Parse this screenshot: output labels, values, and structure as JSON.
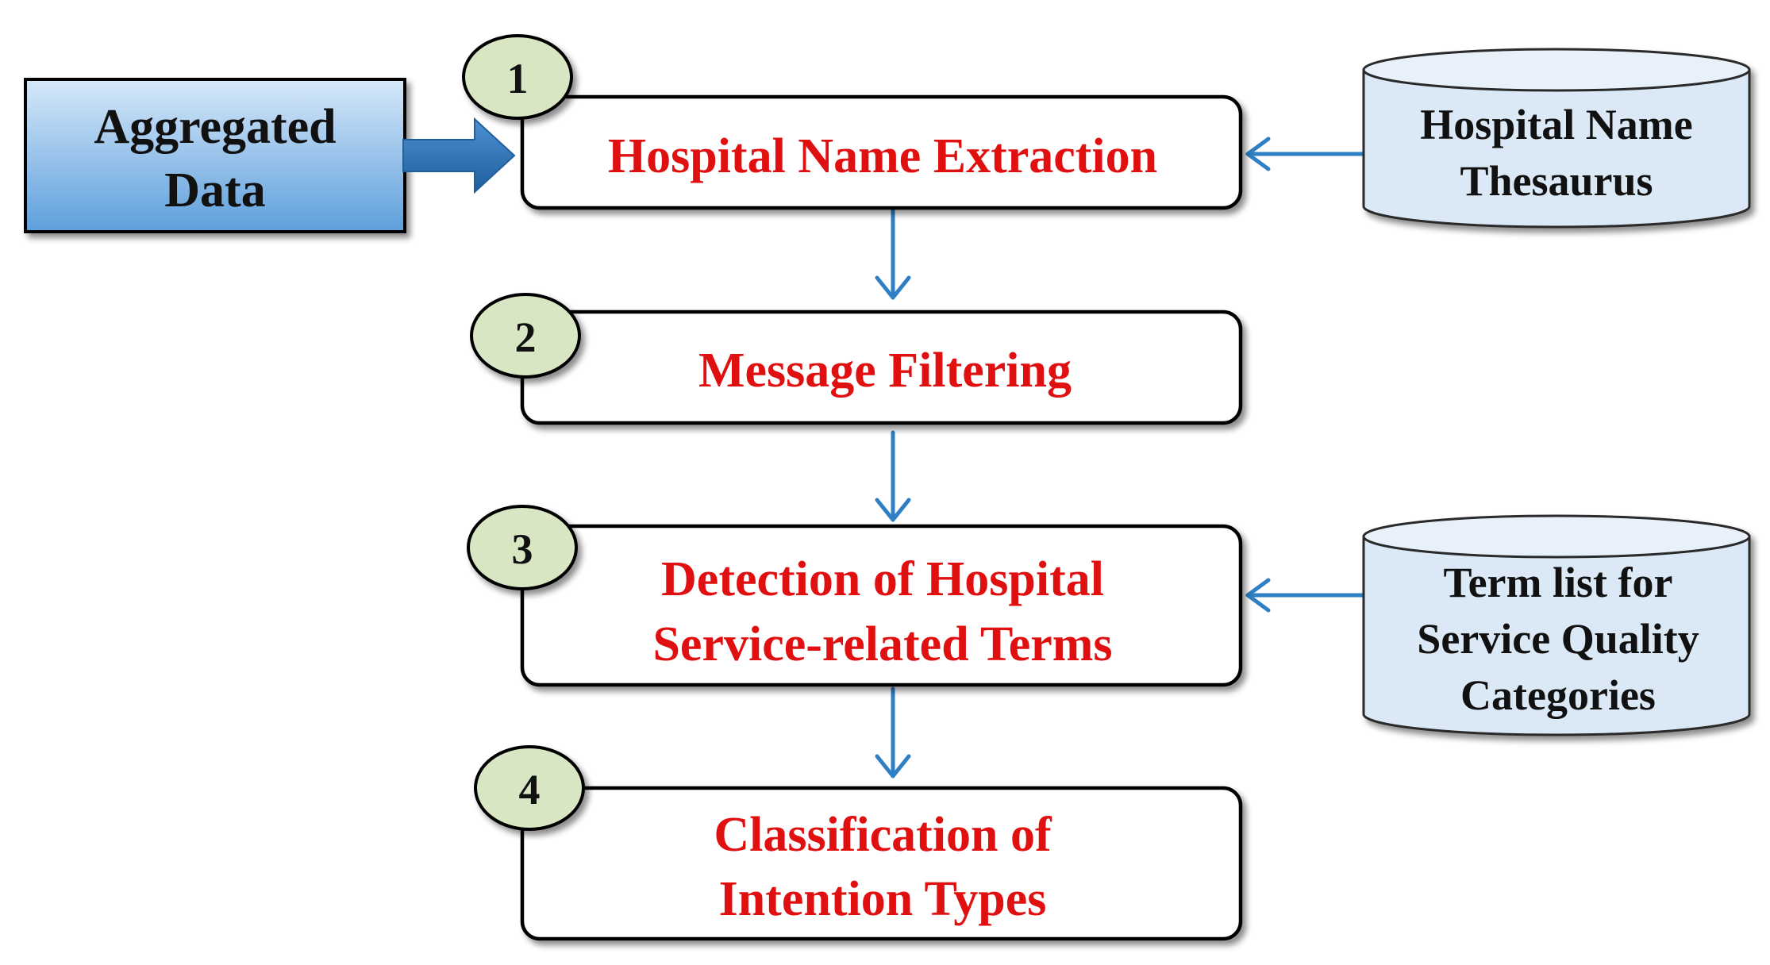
{
  "input": {
    "label_lines": [
      "Aggregated",
      "Data"
    ]
  },
  "steps": [
    {
      "number": "1",
      "label_lines": [
        "Hospital Name Extraction"
      ]
    },
    {
      "number": "2",
      "label_lines": [
        "Message Filtering"
      ]
    },
    {
      "number": "3",
      "label_lines": [
        "Detection of  Hospital",
        "Service-related Terms"
      ]
    },
    {
      "number": "4",
      "label_lines": [
        "Classification of",
        "Intention Types"
      ]
    }
  ],
  "resources": [
    {
      "label_lines": [
        "Hospital Name",
        "Thesaurus"
      ],
      "feeds_step": "1"
    },
    {
      "label_lines": [
        "Term list for",
        "Service Quality",
        "Categories"
      ],
      "feeds_step": "3"
    }
  ],
  "colors": {
    "step_text": "#e01010",
    "badge_fill": "#d8e6c4",
    "input_fill_top": "#cfe3f7",
    "input_fill_bottom": "#5aa0e0",
    "db_fill": "#dbe9f6",
    "arrow": "#2f7fc4",
    "big_arrow": "#2e74b5"
  }
}
